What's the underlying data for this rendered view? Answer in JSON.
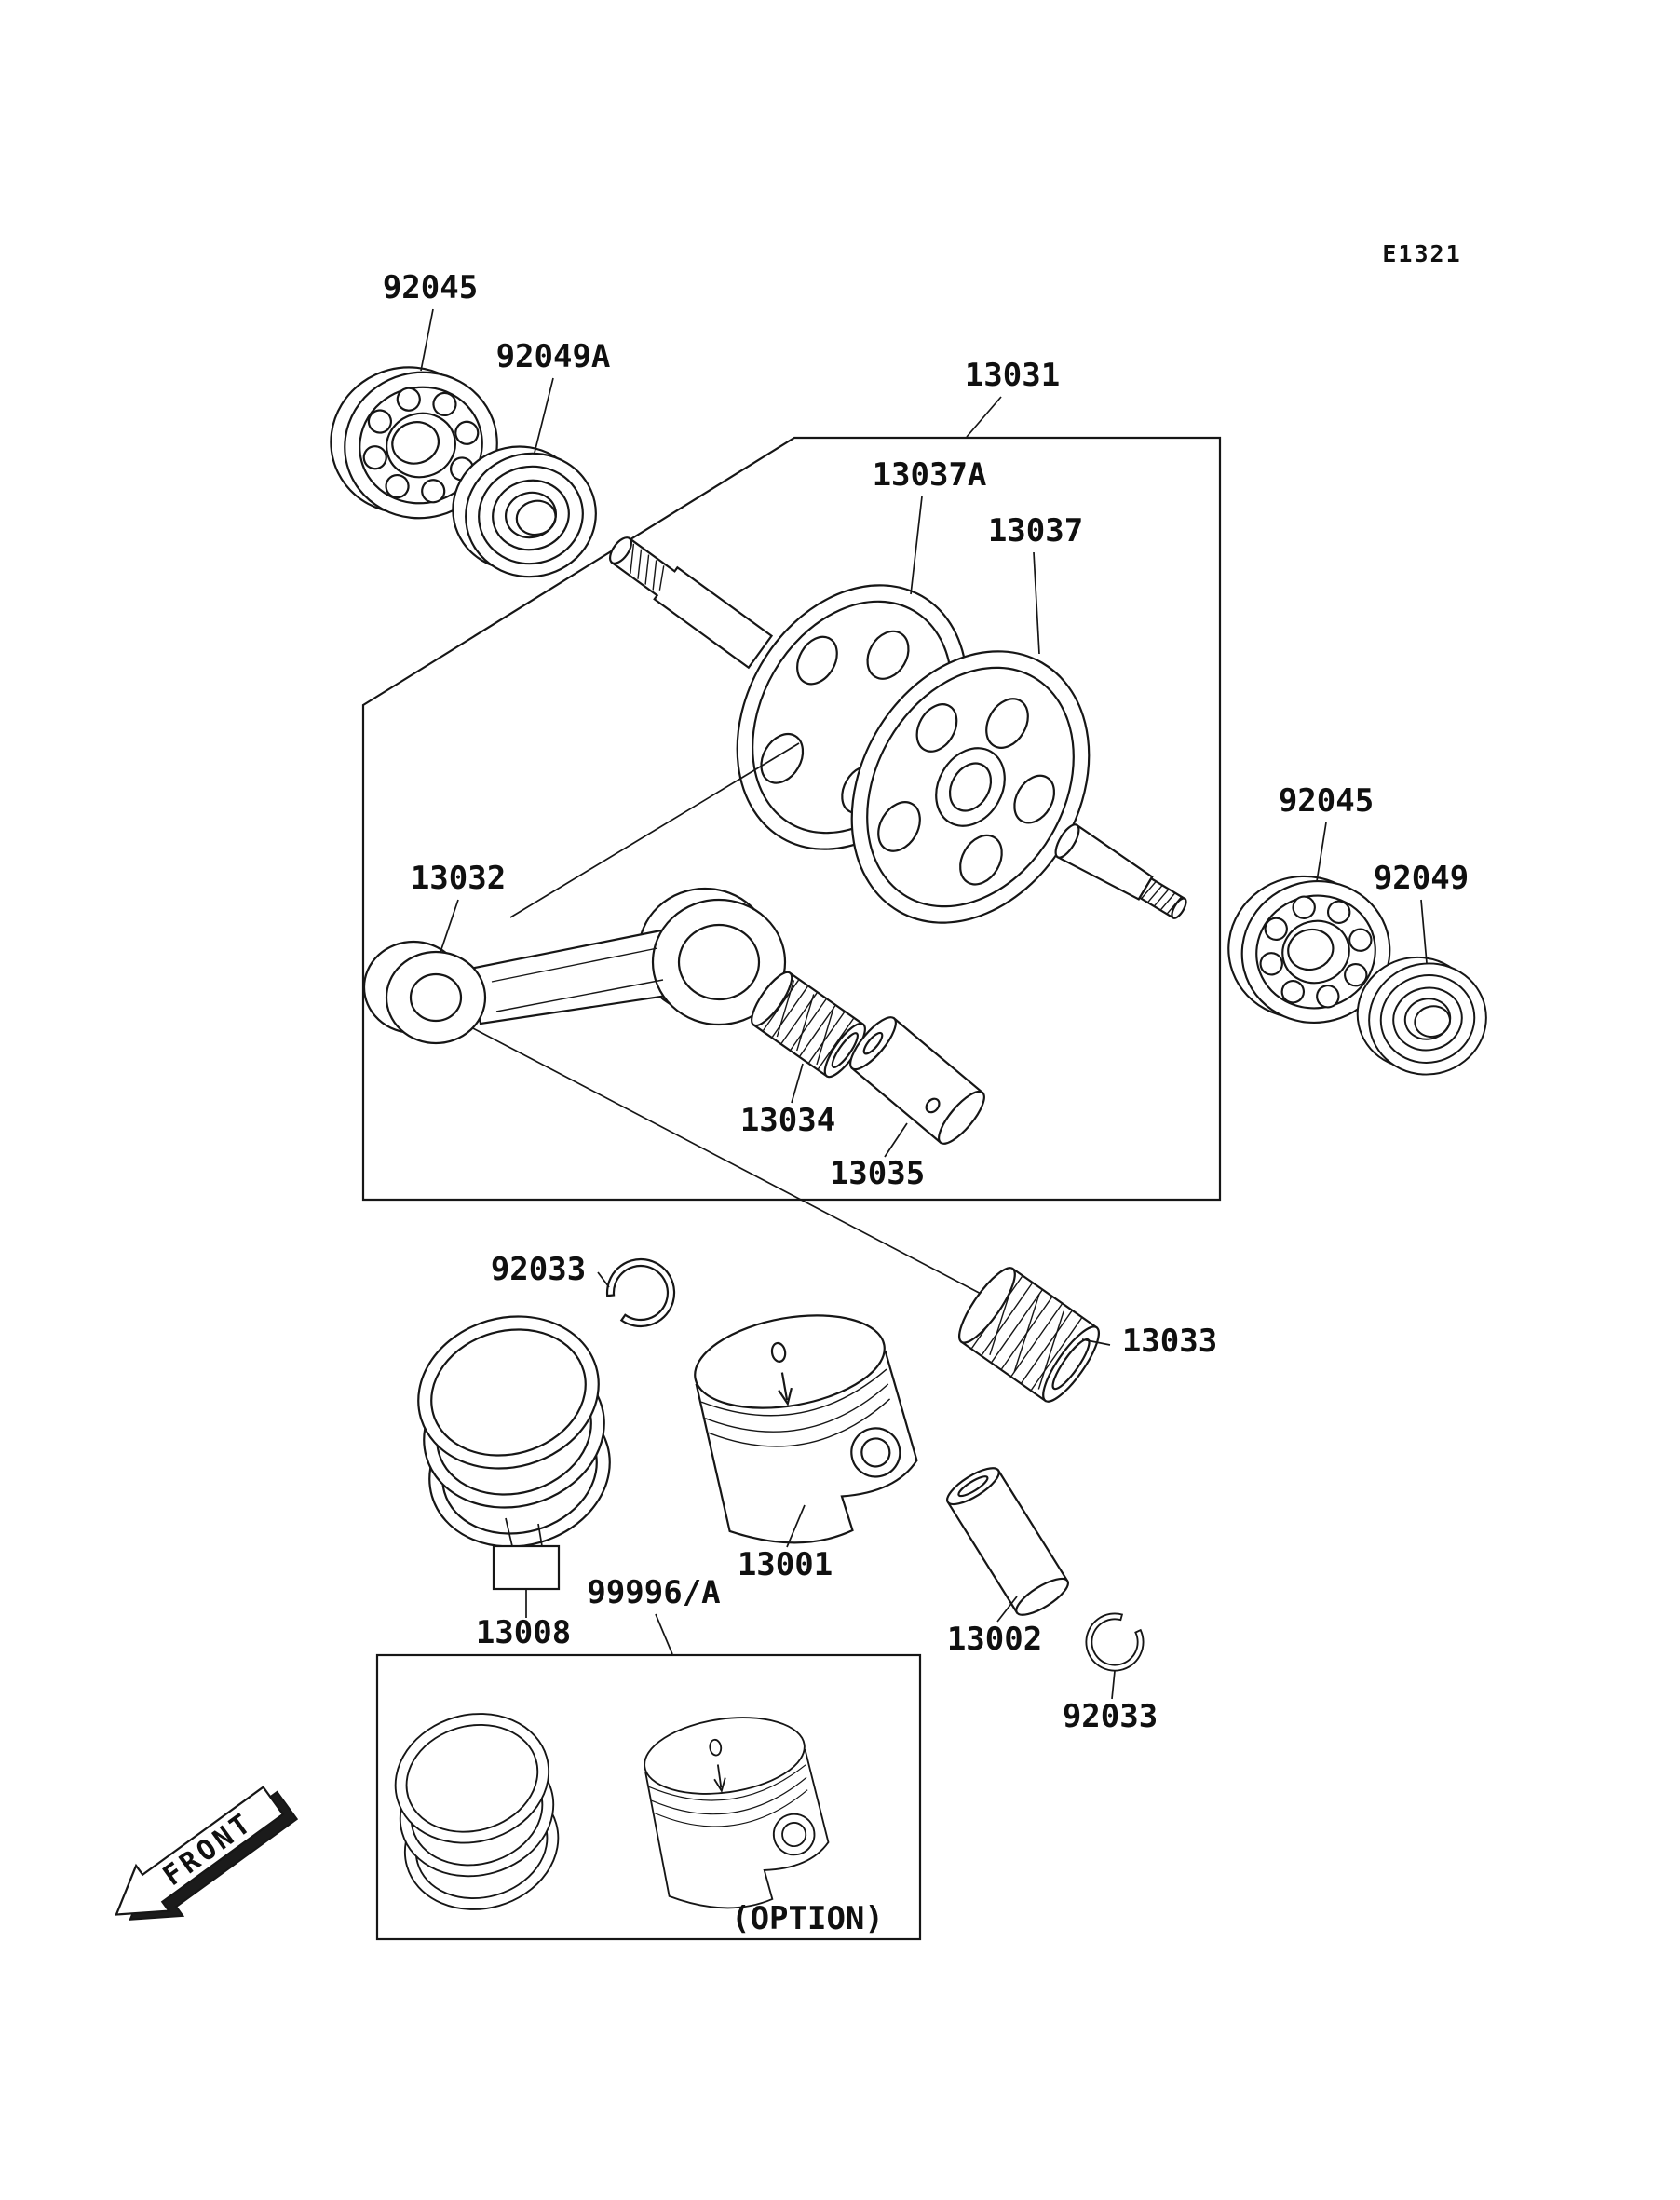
{
  "page": {
    "code": "E1321",
    "option_note": "(OPTION)",
    "front_marker": "FRONT"
  },
  "callouts": {
    "bearing_left": "92045",
    "oil_seal_left": "92049A",
    "crankshaft": "13031",
    "washer_a": "13037A",
    "washer_b": "13037",
    "connecting_rod": "13032",
    "bearing_right": "92045",
    "oil_seal_right": "92049",
    "small_end_bearing": "13034",
    "crank_pin": "13035",
    "circlip_upper": "92033",
    "piston_pin_bearing": "13033",
    "piston": "13001",
    "piston_ring_set": "13008",
    "piston_kit": "99996/A",
    "piston_pin": "13002",
    "circlip_lower": "92033"
  }
}
